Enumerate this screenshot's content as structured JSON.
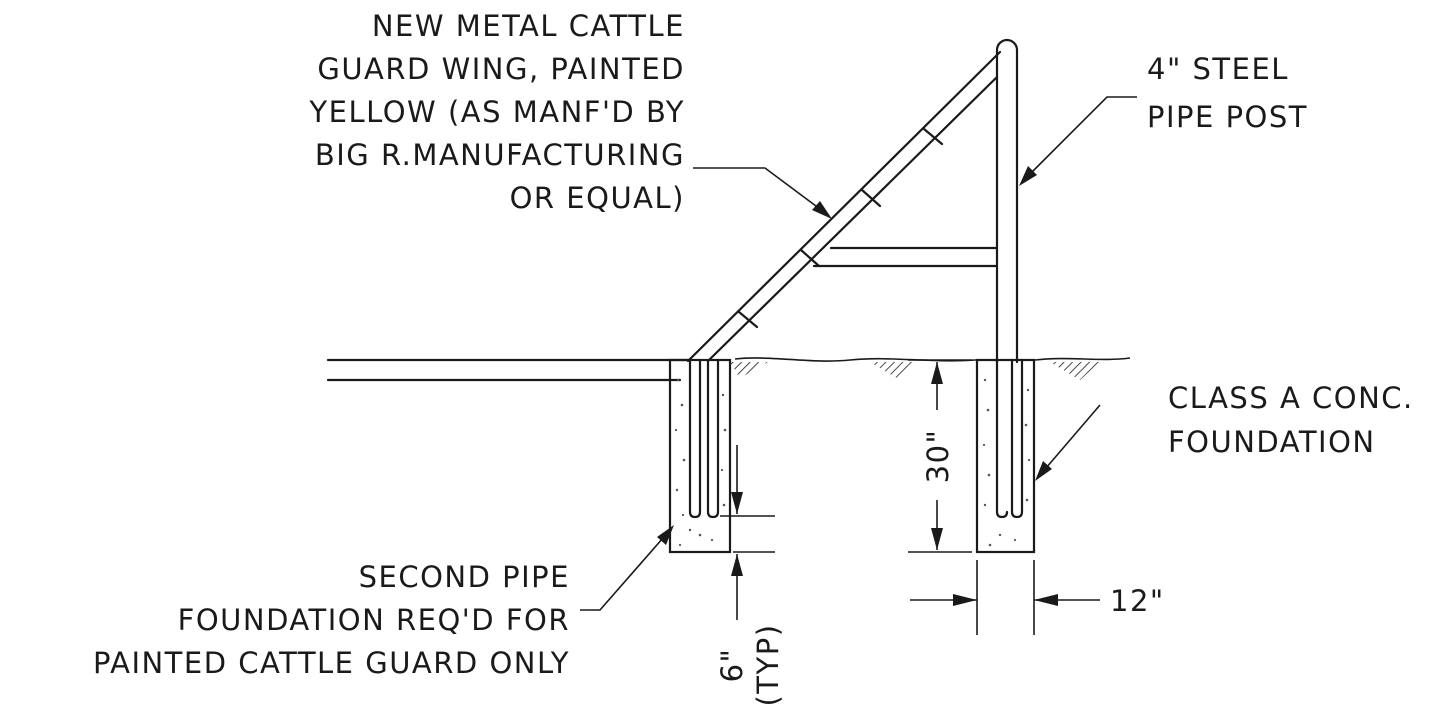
{
  "labels": {
    "wing": [
      "NEW METAL CATTLE",
      "GUARD WING, PAINTED",
      "YELLOW (AS MANF'D BY",
      "BIG R.MANUFACTURING",
      "OR EQUAL)"
    ],
    "post": [
      "4\" STEEL",
      "PIPE POST"
    ],
    "foundation": [
      "CLASS A CONC.",
      "FOUNDATION"
    ],
    "second_pipe": [
      "SECOND PIPE",
      "FOUNDATION REQ'D FOR",
      "PAINTED CATTLE GUARD ONLY"
    ]
  },
  "dimensions": {
    "depth": "30\"",
    "width": "12\"",
    "bottom": "6\"",
    "bottom_note": "(TYP)"
  }
}
